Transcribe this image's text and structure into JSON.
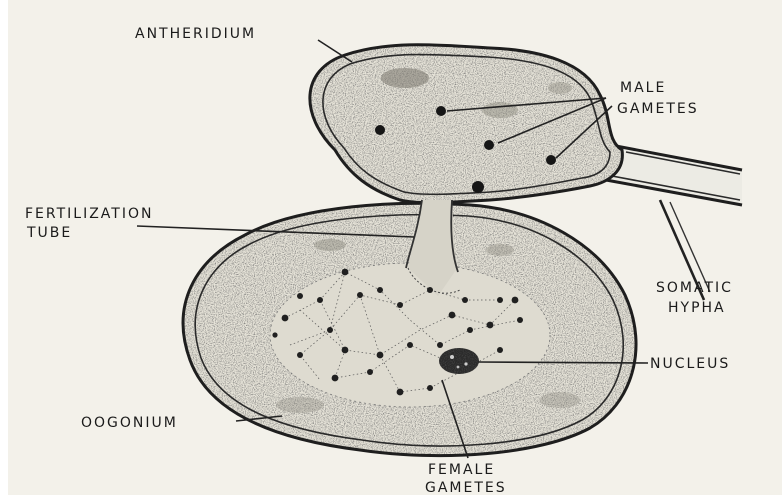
{
  "labels": {
    "antheridium": "ANTHERIDIUM",
    "male_gametes_line1": "MALE",
    "male_gametes_line2": "GAMETES",
    "fertilization_tube_line1": "FERTILIZATION",
    "fertilization_tube_line2": "TUBE",
    "somatic_hypha_line1": "SOMATIC",
    "somatic_hypha_line2": "HYPHA",
    "nucleus": "NUCLEUS",
    "oogonium": "OOGONIUM",
    "female_gametes_line1": "FEMALE",
    "female_gametes_line2": "GAMETES"
  },
  "colors": {
    "paper": "#f3f1ea",
    "cytoplasm": "#e6e3d8",
    "ink": "#1b1b1b"
  }
}
